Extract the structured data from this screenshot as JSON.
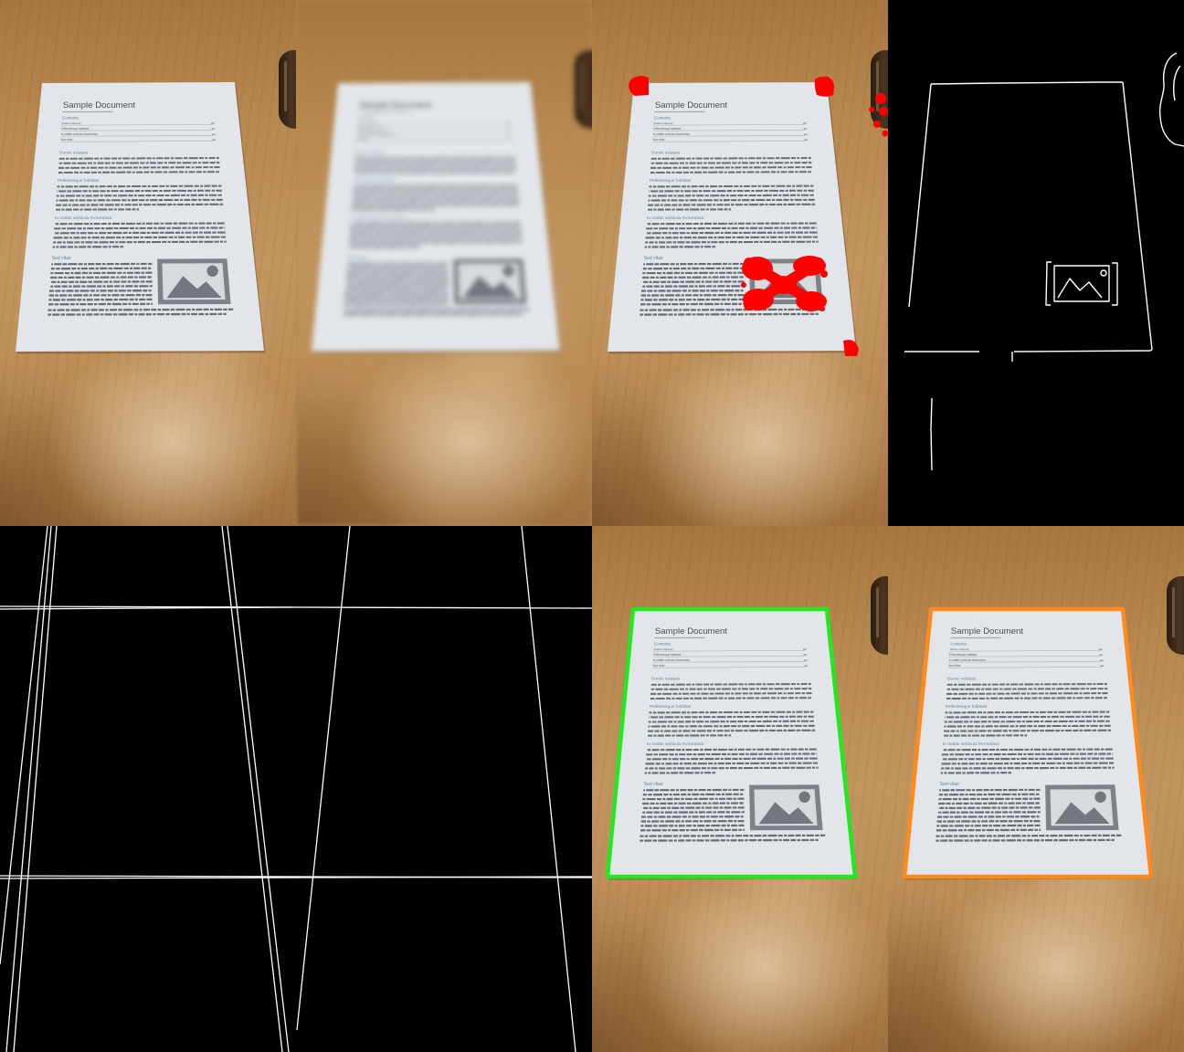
{
  "document": {
    "title": "Sample Document",
    "contents_heading": "Contents",
    "sections": [
      "Donec volutpat",
      "Pellentesque habitant",
      "In mattis vehicula fermentum",
      "Sed vitae"
    ]
  },
  "icons": {
    "image_placeholder": "image-placeholder-icon"
  },
  "colors": {
    "paper": "#e2e5ea",
    "contour_green": "#22e81f",
    "contour_orange": "#ff8a1e",
    "corner_marker": "#ff0000",
    "edge_lines": "#ffffff",
    "wood": "#b98a52"
  }
}
